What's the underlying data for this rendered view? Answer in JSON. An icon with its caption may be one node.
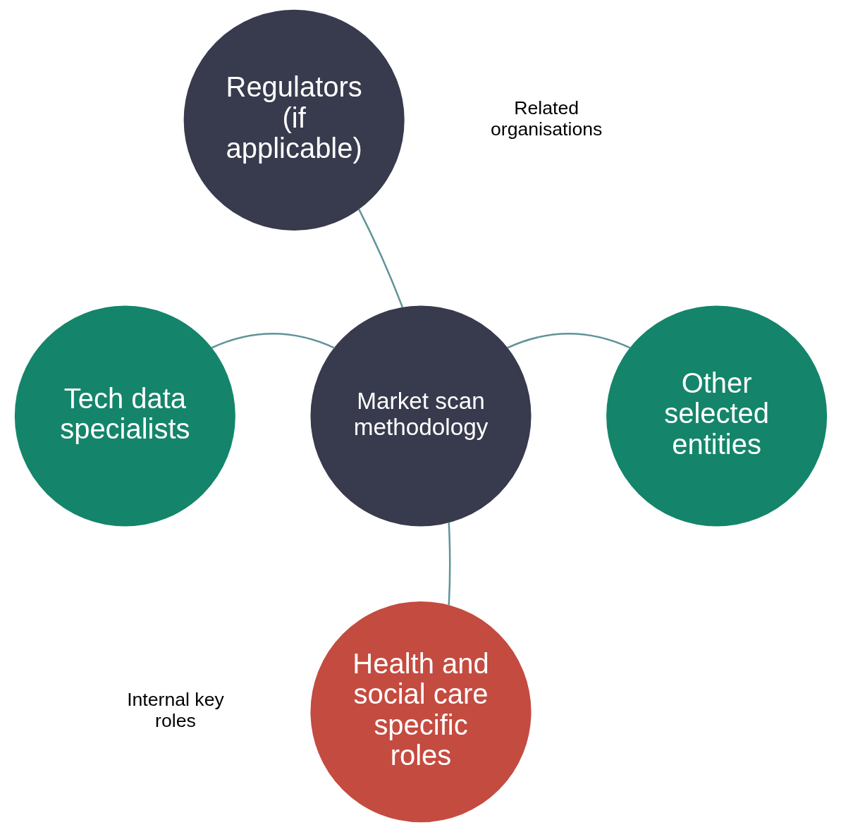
{
  "diagram": {
    "nodes": [
      {
        "text": [
          "Regulators (if applicable)"
        ]
      },
      {
        "text": [
          "Tech data specialists"
        ]
      },
      {
        "text": [
          "Market scan methodology"
        ]
      },
      {
        "text": [
          "Other selected entities"
        ]
      },
      {
        "text": [
          "Health and social care specific roles"
        ]
      }
    ],
    "edges": [
      {
        "from": 2,
        "to": 0,
        "arrow": "none"
      },
      {
        "from": 2,
        "to": 1,
        "arrow": "none"
      },
      {
        "from": 2,
        "to": 3,
        "arrow": "none"
      },
      {
        "from": 2,
        "to": 4,
        "arrow": "none"
      }
    ],
    "labels": [
      "Related organisations",
      "Internal key roles"
    ]
  }
}
